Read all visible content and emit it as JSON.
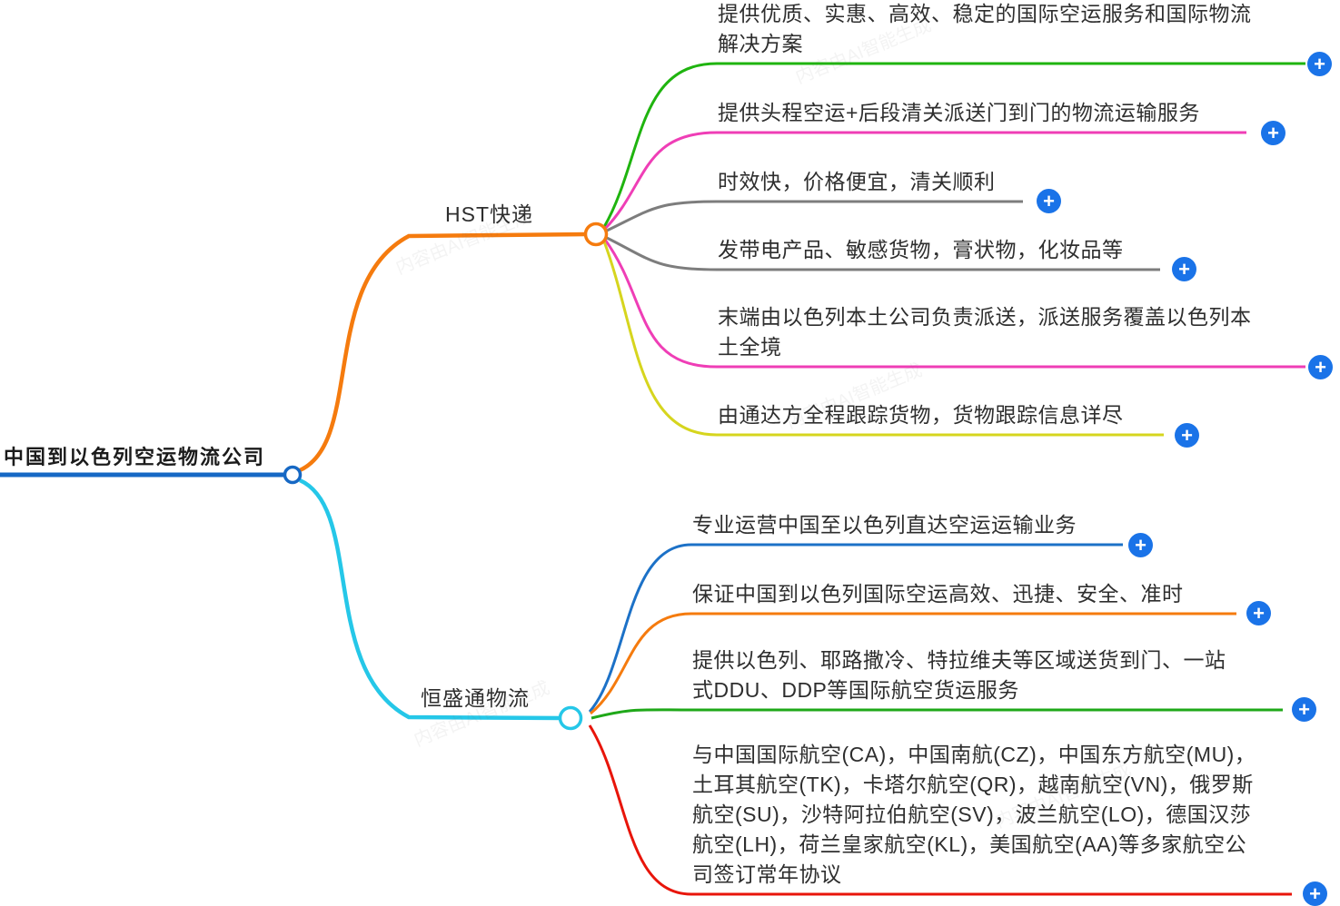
{
  "watermark": {
    "text": "内容由AI智能生成"
  },
  "text_color": "#2e2e2e",
  "root": {
    "label": "中国到以色列空运物流公司",
    "color": "#1668c4"
  },
  "branches": [
    {
      "label": "HST快递",
      "color": "#f57b0e",
      "children": [
        {
          "text": "提供优质、实惠、高效、稳定的国际空运服务和国际物流解决方案",
          "color": "#1fb40f"
        },
        {
          "text": "提供头程空运+后段清关派送门到门的物流运输服务",
          "color": "#ef3eb6"
        },
        {
          "text": "时效快，价格便宜，清关顺利",
          "color": "#7d7d7d"
        },
        {
          "text": "发带电产品、敏感货物，膏状物，化妆品等",
          "color": "#7d7d7d"
        },
        {
          "text": "末端由以色列本土公司负责派送，派送服务覆盖以色列本土全境",
          "color": "#ef3eb6"
        },
        {
          "text": "由通达方全程跟踪货物，货物跟踪信息详尽",
          "color": "#d6d51e"
        }
      ]
    },
    {
      "label": "恒盛通物流",
      "color": "#25c7e8",
      "children": [
        {
          "text": "专业运营中国至以色列直达空运运输业务",
          "color": "#1c71c7"
        },
        {
          "text": "保证中国到以色列国际空运高效、迅捷、安全、准时",
          "color": "#f57b0e"
        },
        {
          "text": "提供以色列、耶路撒冷、特拉维夫等区域送货到门、一站式DDU、DDP等国际航空货运服务",
          "color": "#1fa819"
        },
        {
          "text": "与中国国际航空(CA)，中国南航(CZ)，中国东方航空(MU)，土耳其航空(TK)，卡塔尔航空(QR)，越南航空(VN)，俄罗斯航空(SU)，沙特阿拉伯航空(SV)，波兰航空(LO)，德国汉莎航空(LH)，荷兰皇家航空(KL)，美国航空(AA)等多家航空公司签订常年协议",
          "color": "#e8150a"
        }
      ]
    }
  ],
  "plus_icon": {
    "glyph": "+",
    "bg_color": "#1a73e8",
    "fg_color": "#ffffff"
  }
}
